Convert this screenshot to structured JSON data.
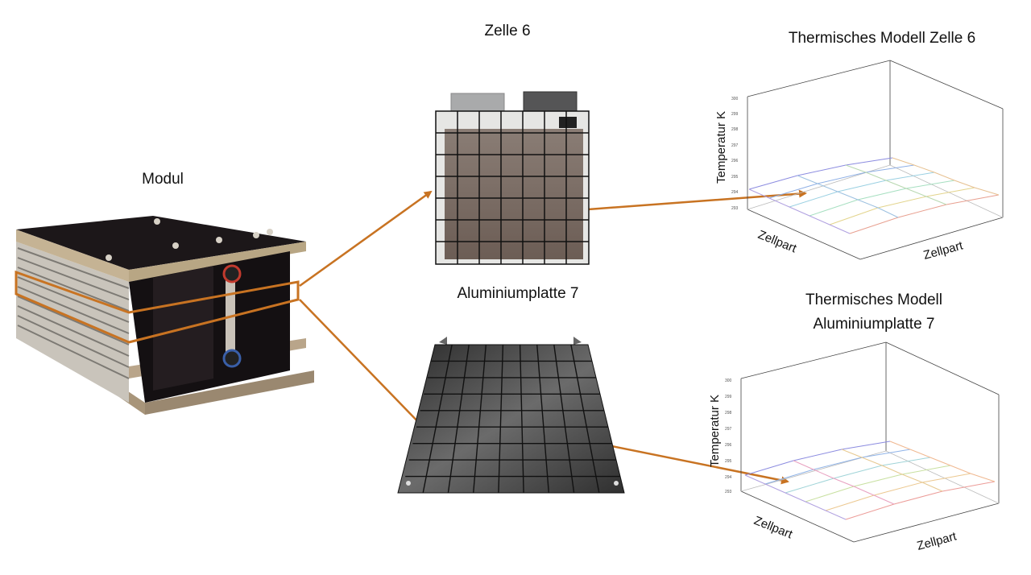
{
  "labels": {
    "modul": "Modul",
    "zelle": "Zelle 6",
    "alu": "Aluminiumplatte 7",
    "model_cell": "Thermisches Modell Zelle 6",
    "model_alu_line1": "Thermisches Modell",
    "model_alu_line2": "Aluminiumplatte 7"
  },
  "plots": {
    "cell": {
      "zlabel": "Temperatur K",
      "xlabel": "Zellpart",
      "ylabel": "Zellpart",
      "zticks": [
        "293",
        "294",
        "295",
        "296",
        "297",
        "298",
        "299",
        "300"
      ]
    },
    "alu": {
      "zlabel": "Temperatur K",
      "xlabel": "Zellpart",
      "ylabel": "Zellpart",
      "zticks": [
        "293",
        "294",
        "295",
        "296",
        "297",
        "298",
        "299",
        "300"
      ]
    }
  },
  "colors": {
    "arrow": "#c87322",
    "plate": "#3a3a3a",
    "cell_fill": "#7a6a60",
    "module_body": "#1a1416",
    "module_frame": "#b9a58a"
  }
}
